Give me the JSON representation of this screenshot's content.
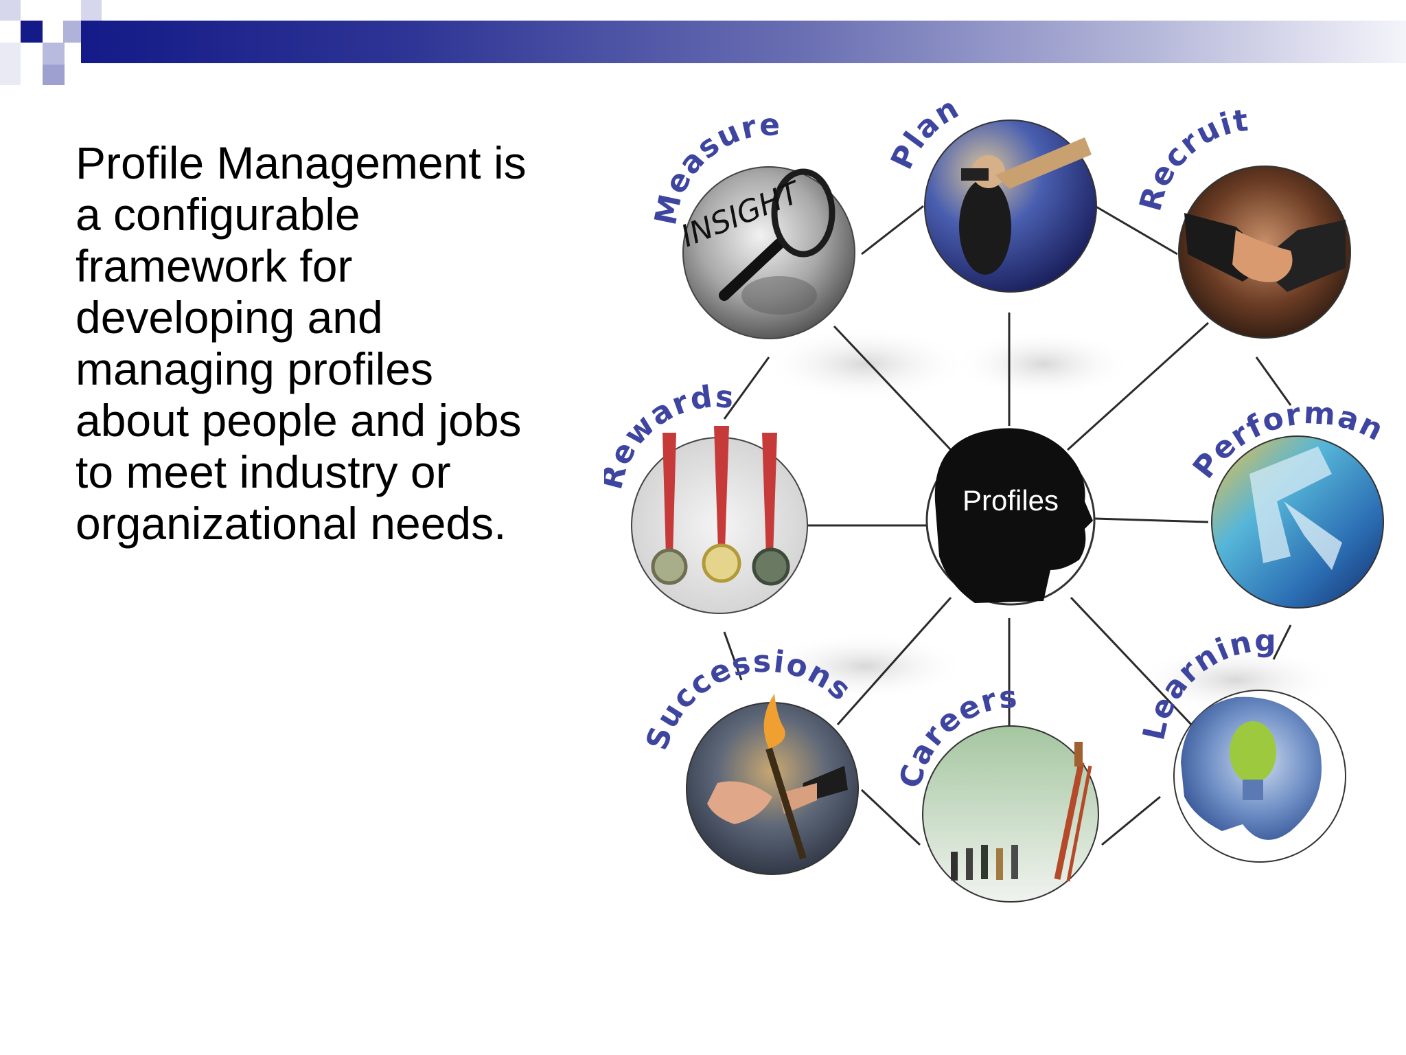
{
  "slide": {
    "body_text": "Profile Management is a configurable framework for developing and managing profiles about people and jobs to meet industry or organizational needs."
  },
  "diagram": {
    "center": {
      "label": "Profiles"
    },
    "insight_text": "INSIGHT",
    "nodes": [
      {
        "id": "measure",
        "label": "Measure",
        "icon": "magnifying-glass-icon"
      },
      {
        "id": "plan",
        "label": "Plan",
        "icon": "binoculars-person-icon"
      },
      {
        "id": "recruit",
        "label": "Recruit",
        "icon": "handshake-icon"
      },
      {
        "id": "rewards",
        "label": "Rewards",
        "icon": "medals-icon"
      },
      {
        "id": "performance",
        "label": "Performance",
        "icon": "runner-icon"
      },
      {
        "id": "successions",
        "label": "Successions",
        "icon": "torch-handoff-icon"
      },
      {
        "id": "careers",
        "label": "Careers",
        "icon": "career-ladder-icon"
      },
      {
        "id": "learning",
        "label": "Learning",
        "icon": "lightbulb-head-icon"
      }
    ]
  },
  "colors": {
    "header_dark": "#141a87",
    "header_light": "#f4f4fa",
    "label_blue": "#3e45a0",
    "text": "#000000"
  }
}
